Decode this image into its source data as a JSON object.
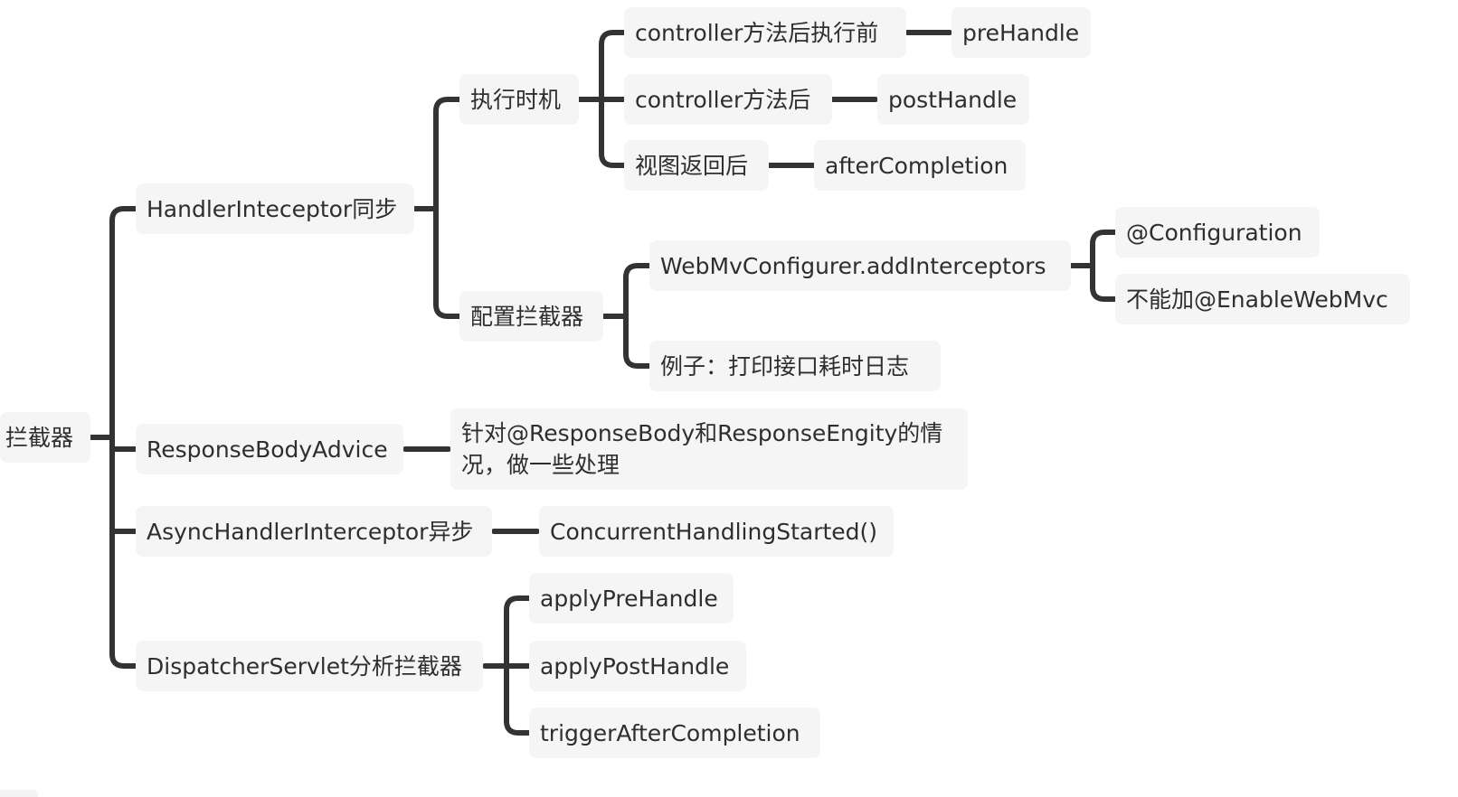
{
  "diagram": {
    "type": "mind-map",
    "line_color": "#333333",
    "node_background": "#f5f5f5",
    "text_color": "#2e2e2e",
    "root": "拦截器",
    "branches": {
      "handler_sync": {
        "label": "HandlerInteceptor同步",
        "timing": {
          "label": "执行时机",
          "before": {
            "label": "controller方法后执行前",
            "method": "preHandle"
          },
          "after": {
            "label": "controller方法后",
            "method": "postHandle"
          },
          "view": {
            "label": "视图返回后",
            "method": "afterCompletion"
          }
        },
        "config": {
          "label": "配置拦截器",
          "configurer": {
            "label": "WebMvConfigurer.addInterceptors",
            "note1": "@Configuration",
            "note2": "不能加@EnableWebMvc"
          },
          "example": "例子：打印接口耗时日志"
        }
      },
      "response_advice": {
        "label": "ResponseBodyAdvice",
        "detail": "针对@ResponseBody和ResponseEngity的情况，做一些处理"
      },
      "async": {
        "label": "AsyncHandlerInterceptor异步",
        "method": "ConcurrentHandlingStarted()"
      },
      "dispatcher": {
        "label": "DispatcherServlet分析拦截器",
        "methods": [
          "applyPreHandle",
          "applyPostHandle",
          "triggerAfterCompletion"
        ]
      }
    }
  }
}
